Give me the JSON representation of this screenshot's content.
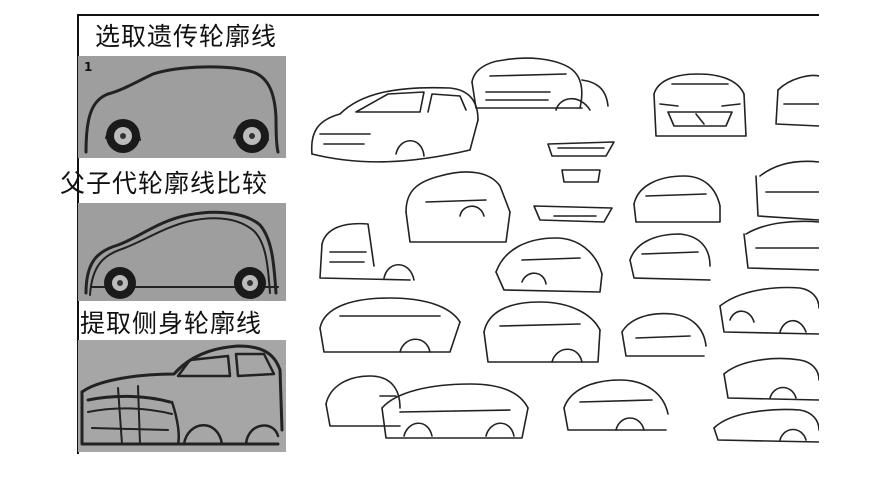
{
  "labels": {
    "select": "选取遗传轮廓线",
    "compare": "父子代轮廓线比较",
    "extract": "提取侧身轮廓线"
  },
  "panel1": {
    "number": "1"
  },
  "colors": {
    "panel_bg": "#9e9e9e",
    "ink": "#111111"
  }
}
